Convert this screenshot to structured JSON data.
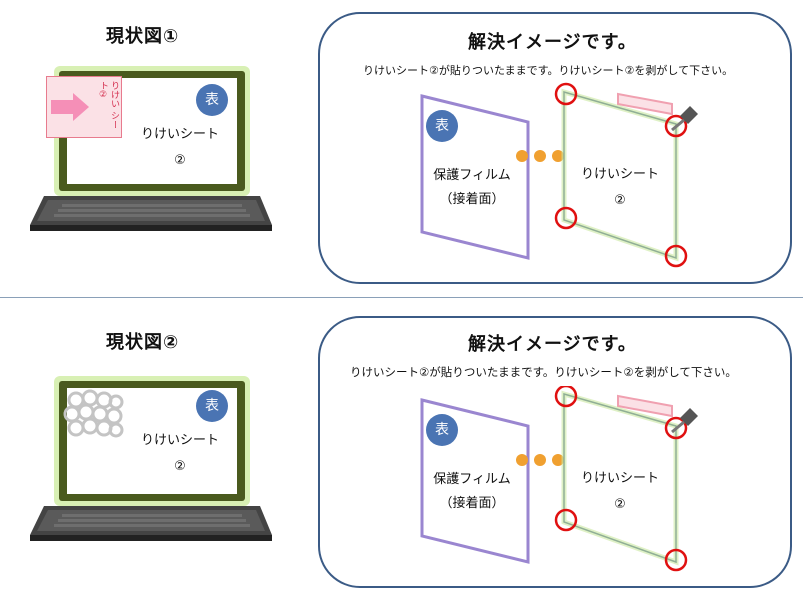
{
  "sections": [
    {
      "status_title": "現状図①",
      "screen_badge": "表",
      "screen_label_line1": "りけいシート",
      "screen_label_line2": "②",
      "sticker_text": "りけい シート②",
      "panel_title": "解決イメージです。",
      "panel_subtitle": "りけいシート②が貼りついたままです。りけいシート②を剥がして下さい。",
      "film_badge": "表",
      "film_label_line1": "保護フィルム",
      "film_label_line2": "（接着面）",
      "sheet_label_line1": "りけいシート",
      "sheet_label_line2": "②"
    },
    {
      "status_title": "現状図②",
      "screen_badge": "表",
      "screen_label_line1": "りけいシート",
      "screen_label_line2": "②",
      "panel_title": "解決イメージです。",
      "panel_subtitle": "りけいシート②が貼りついたままです。りけいシート②を剥がして下さい。",
      "film_badge": "表",
      "film_label_line1": "保護フィルム",
      "film_label_line2": "（接着面）",
      "sheet_label_line1": "りけいシート",
      "sheet_label_line2": "②"
    }
  ],
  "colors": {
    "laptop_frame": "#4a5a1e",
    "laptop_glow": "#c9e8a0",
    "panel_border": "#3b5b86",
    "badge": "#4a74b3",
    "arrow": "#f0a030",
    "highlight_circle": "#e01010",
    "sheet_border": "#3b5b86",
    "film_border": "#9a86d0"
  }
}
